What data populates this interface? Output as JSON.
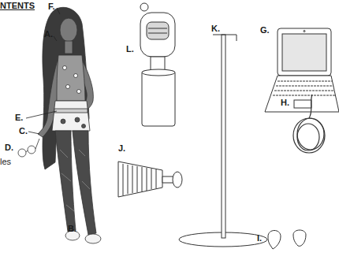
{
  "diagram": {
    "title": "NTENTS",
    "labels": [
      "F.",
      "L.",
      "K.",
      "G.",
      "A.",
      "H.",
      "E.",
      "C.",
      "D.",
      "les",
      "J.",
      "B.",
      "I."
    ]
  }
}
